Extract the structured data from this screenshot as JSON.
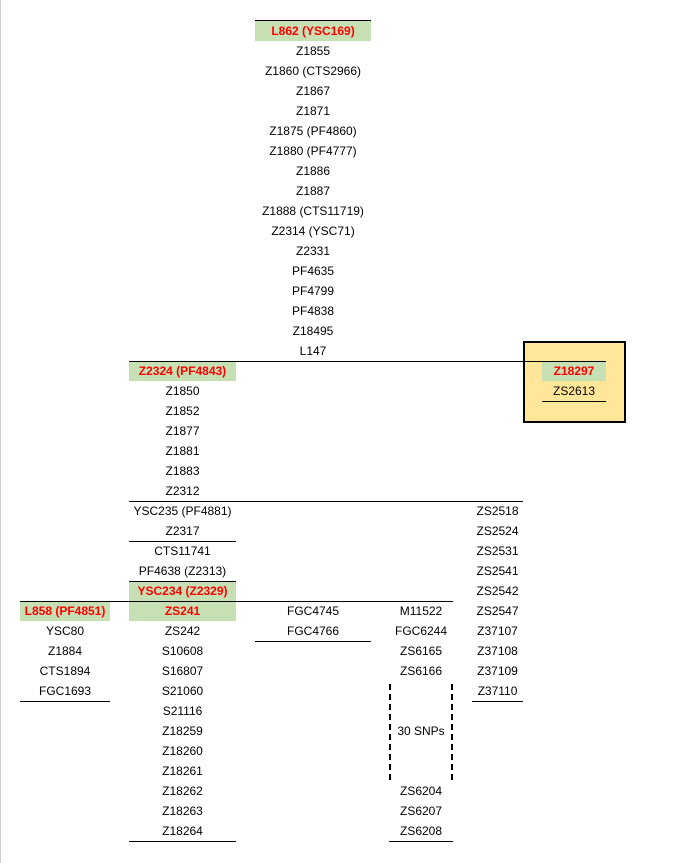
{
  "columns": {
    "top": [
      "L862 (YSC169)",
      "Z1855",
      "Z1860 (CTS2966)",
      "Z1867",
      "Z1871",
      "Z1875 (PF4860)",
      "Z1880 (PF4777)",
      "Z1886",
      "Z1887",
      "Z1888 (CTS11719)",
      "Z2314 (YSC71)",
      "Z2331",
      "PF4635",
      "PF4799",
      "PF4838",
      "Z18495",
      "L147"
    ],
    "z2324": [
      "Z2324 (PF4843)",
      "Z1850",
      "Z1852",
      "Z1877",
      "Z1881",
      "Z1883",
      "Z2312"
    ],
    "ysc235": [
      "YSC235 (PF4881)",
      "Z2317"
    ],
    "cts11741": [
      "CTS11741",
      "PF4638 (Z2313)"
    ],
    "ysc234": [
      "YSC234 (Z2329)"
    ],
    "zs241": [
      "ZS241",
      "ZS242",
      "S10608",
      "S16807",
      "S21060",
      "S21116",
      "Z18259",
      "Z18260",
      "Z18261",
      "Z18262",
      "Z18263",
      "Z18264"
    ],
    "l858": [
      "L858 (PF4851)",
      "YSC80",
      "Z1884",
      "CTS1894",
      "FGC1693"
    ],
    "fgc4745": [
      "FGC4745",
      "FGC4766"
    ],
    "m11522": [
      "M11522",
      "FGC6244",
      "ZS6165",
      "ZS6166"
    ],
    "snps_label": "30 SNPs",
    "zs6204": [
      "ZS6204",
      "ZS6207",
      "ZS6208"
    ],
    "zs2518": [
      "ZS2518",
      "ZS2524",
      "ZS2531",
      "ZS2541",
      "ZS2542",
      "ZS2547",
      "Z37107",
      "Z37108",
      "Z37109",
      "Z37110"
    ],
    "z18297": [
      "Z18297",
      "ZS2613"
    ]
  },
  "colors": {
    "highlight_bg": "#c6e0b4",
    "highlight_text": "#ff0000",
    "box_bg": "#ffe699"
  }
}
